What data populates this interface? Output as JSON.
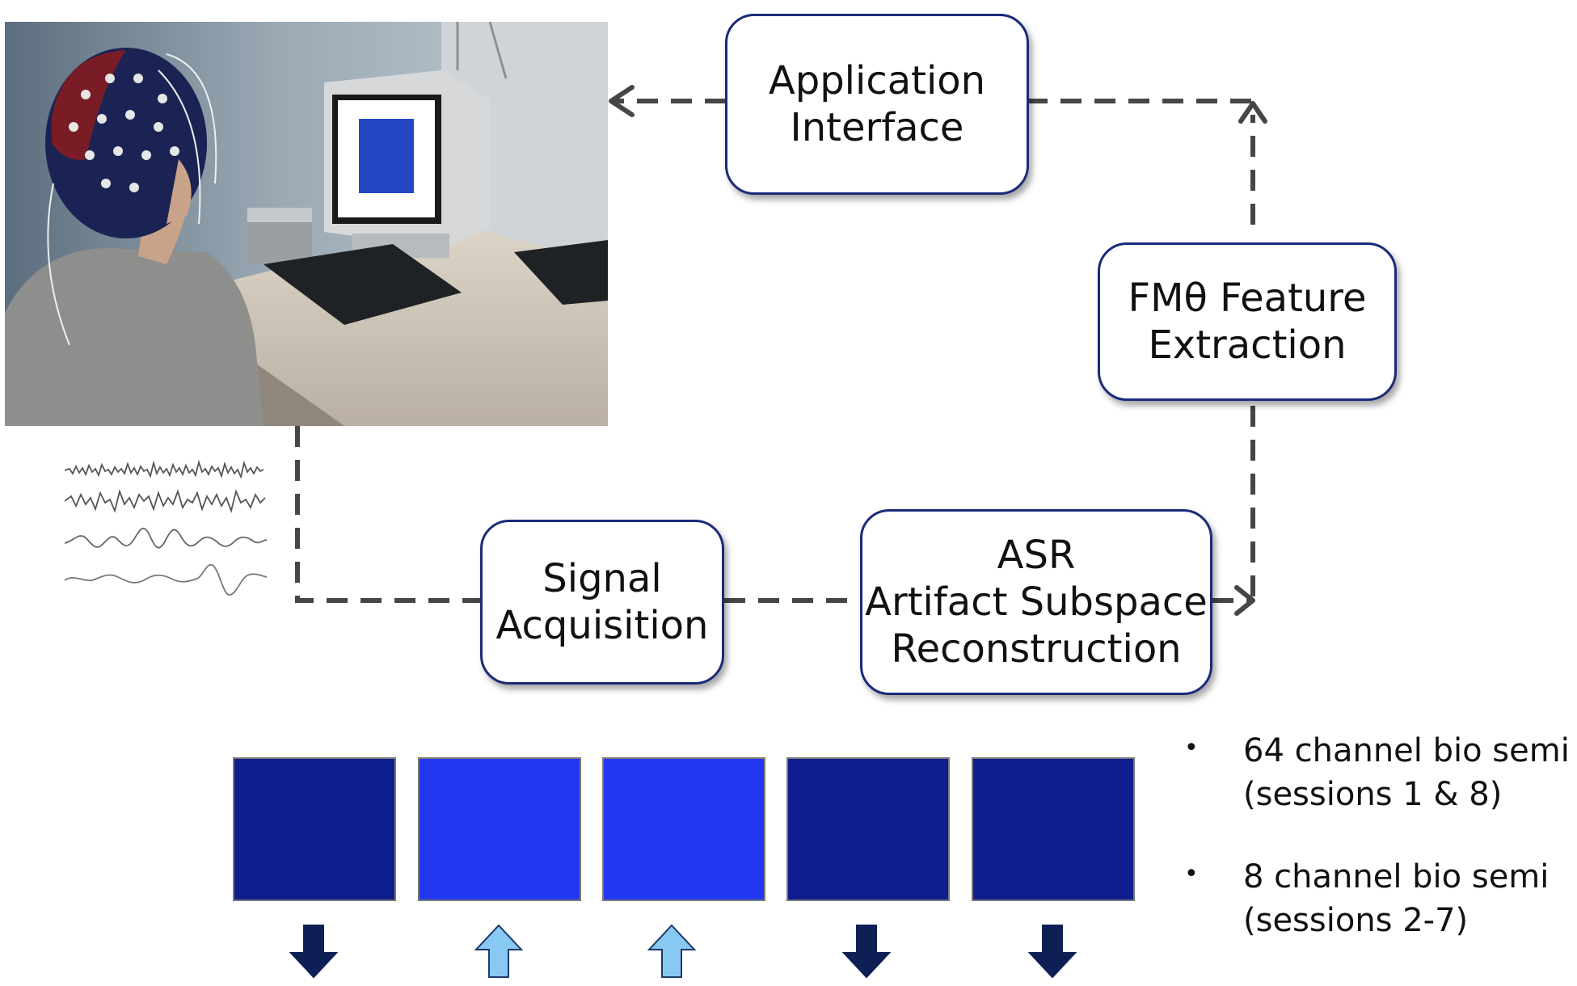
{
  "diagram": {
    "nodes": {
      "application_interface": [
        "Application",
        "Interface"
      ],
      "feature_extraction": [
        "FMθ Feature",
        "Extraction"
      ],
      "signal_acquisition": [
        "Signal",
        "Acquisition"
      ],
      "asr": [
        "ASR",
        "Artifact Subspace",
        "Reconstruction"
      ]
    },
    "stimulus_squares": [
      {
        "color": "#0e1e8e",
        "arrow": "down"
      },
      {
        "color": "#2237f0",
        "arrow": "up"
      },
      {
        "color": "#2237f0",
        "arrow": "up"
      },
      {
        "color": "#0e1e8e",
        "arrow": "down"
      },
      {
        "color": "#0e1e8e",
        "arrow": "down"
      }
    ],
    "arrow_colors": {
      "down": "#0d1f54",
      "up": "#87c9f2"
    },
    "notes": [
      {
        "line1": "64 channel bio semi",
        "line2": "(sessions 1 & 8)"
      },
      {
        "line1": "8 channel bio semi",
        "line2": "(sessions 2-7)"
      }
    ]
  }
}
